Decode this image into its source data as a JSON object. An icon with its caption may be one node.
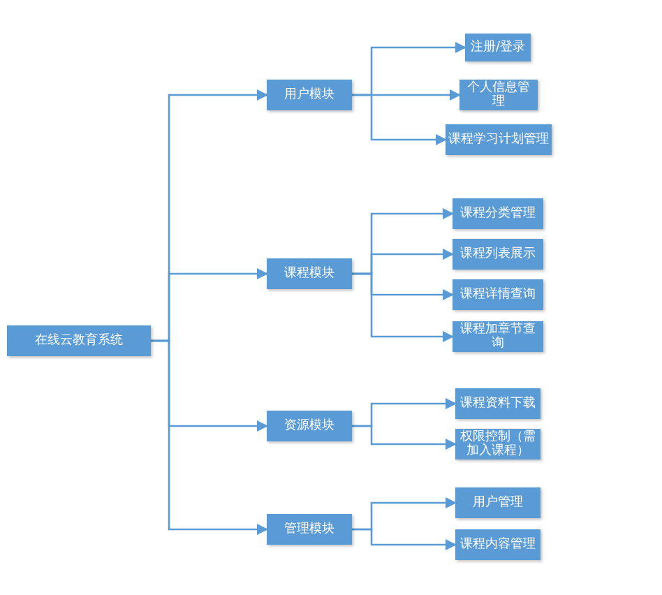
{
  "diagram": {
    "nodes": [
      {
        "text": [
          "在线云教育系统"
        ]
      },
      {
        "text": [
          "用户模块"
        ]
      },
      {
        "text": [
          "课程模块"
        ]
      },
      {
        "text": [
          "资源模块"
        ]
      },
      {
        "text": [
          "管理模块"
        ]
      },
      {
        "text": [
          "注册/登录"
        ]
      },
      {
        "text": [
          "个人信息管理"
        ]
      },
      {
        "text": [
          "课程学习计划管理"
        ]
      },
      {
        "text": [
          "课程分类管理"
        ]
      },
      {
        "text": [
          "课程列表展示"
        ]
      },
      {
        "text": [
          "课程详情查询"
        ]
      },
      {
        "text": [
          "课程加章节查询"
        ]
      },
      {
        "text": [
          "课程资料下载"
        ]
      },
      {
        "text": [
          "权限控制（需加入课程）"
        ]
      },
      {
        "text": [
          "用户管理"
        ]
      },
      {
        "text": [
          "课程内容管理"
        ]
      }
    ],
    "edges": [
      {
        "from": 0,
        "to": 1,
        "arrow": "to"
      },
      {
        "from": 0,
        "to": 2,
        "arrow": "to"
      },
      {
        "from": 0,
        "to": 3,
        "arrow": "to"
      },
      {
        "from": 0,
        "to": 4,
        "arrow": "to"
      },
      {
        "from": 1,
        "to": 5,
        "arrow": "to"
      },
      {
        "from": 1,
        "to": 6,
        "arrow": "to"
      },
      {
        "from": 1,
        "to": 7,
        "arrow": "to"
      },
      {
        "from": 2,
        "to": 8,
        "arrow": "to"
      },
      {
        "from": 2,
        "to": 9,
        "arrow": "to"
      },
      {
        "from": 2,
        "to": 10,
        "arrow": "to"
      },
      {
        "from": 2,
        "to": 11,
        "arrow": "to"
      },
      {
        "from": 3,
        "to": 12,
        "arrow": "to"
      },
      {
        "from": 3,
        "to": 13,
        "arrow": "to"
      },
      {
        "from": 4,
        "to": 14,
        "arrow": "to"
      },
      {
        "from": 4,
        "to": 15,
        "arrow": "to"
      }
    ]
  }
}
